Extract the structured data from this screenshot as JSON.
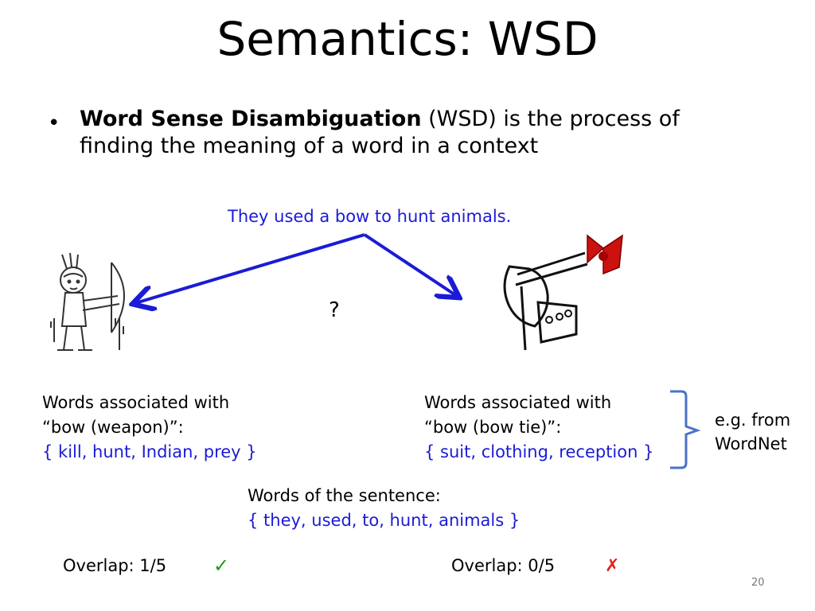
{
  "title": "Semantics: WSD",
  "bullet": {
    "bold": "Word Sense Disambiguation",
    "rest": " (WSD) is the process of finding the meaning of a word in a context"
  },
  "sentence": "They used a bow to hunt animals.",
  "question_mark": "?",
  "weapon": {
    "line1": "Words associated with",
    "line2": "“bow (weapon)”:",
    "words": "{ kill, hunt, Indian, prey }"
  },
  "bowtie": {
    "line1": "Words associated with",
    "line2": "“bow (bow tie)”:",
    "words": "{ suit, clothing, reception }"
  },
  "wordnet": {
    "line1": "e.g. from",
    "line2": "WordNet"
  },
  "sentence_words": {
    "line1": "Words of the sentence:",
    "words": "{ they, used, to, hunt, animals }"
  },
  "overlap_weapon": {
    "label": "Overlap: 1/5",
    "mark": "✓"
  },
  "overlap_bowtie": {
    "label": "Overlap: 0/5",
    "mark": "✗"
  },
  "page_number": "20",
  "colors": {
    "accent_blue": "#1b1bd6",
    "check_green": "#1a9c1a",
    "cross_red": "#e02020",
    "bowtie_red": "#cc1111"
  },
  "images": [
    "archer-illustration",
    "bow-tie-illustration"
  ]
}
